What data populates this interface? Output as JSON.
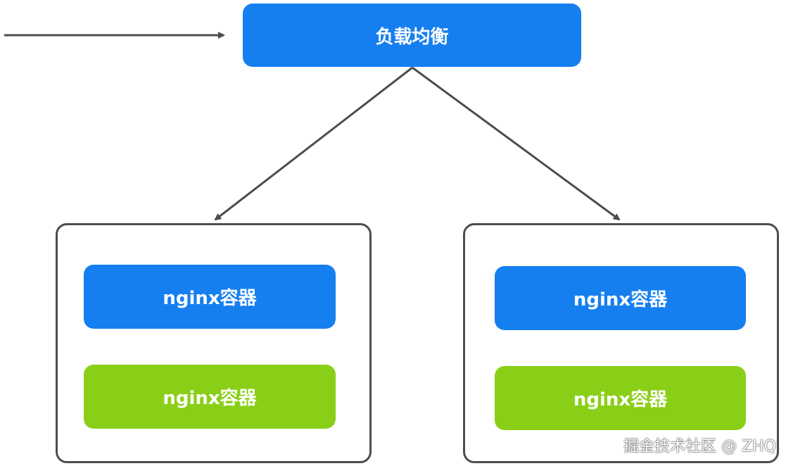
{
  "load_balancer": {
    "label": "负载均衡"
  },
  "hosts": [
    {
      "containers": [
        {
          "label": "nginx容器",
          "color": "#157ff0"
        },
        {
          "label": "nginx容器",
          "color": "#8acf17"
        }
      ]
    },
    {
      "containers": [
        {
          "label": "nginx容器",
          "color": "#157ff0"
        },
        {
          "label": "nginx容器",
          "color": "#8acf17"
        }
      ]
    }
  ],
  "watermark": "掘金技术社区 @ ZHQ",
  "colors": {
    "primary": "#157ff0",
    "secondary": "#8acf17",
    "line": "#4d4d4d"
  }
}
